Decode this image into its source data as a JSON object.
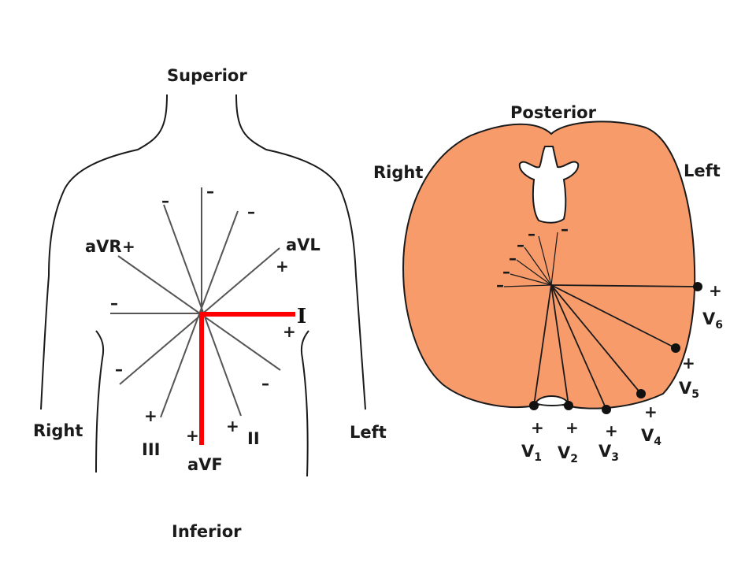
{
  "colors": {
    "background": "#ffffff",
    "outline": "#1a1a1a",
    "highlight": "#ff0000",
    "chest_fill": "#f79b6b"
  },
  "frontal": {
    "superior": "Superior",
    "inferior": "Inferior",
    "right": "Right",
    "left": "Left",
    "leads": {
      "avr": "aVR",
      "avl": "aVL",
      "i": "I",
      "ii": "II",
      "iii": "III",
      "avf": "aVF"
    },
    "plus": "+",
    "minus": "–"
  },
  "transverse": {
    "posterior": "Posterior",
    "right": "Right",
    "left": "Left",
    "lead_letter": "V",
    "lead_numbers": [
      "1",
      "2",
      "3",
      "4",
      "5",
      "6"
    ],
    "plus": "+",
    "minus": "–"
  }
}
